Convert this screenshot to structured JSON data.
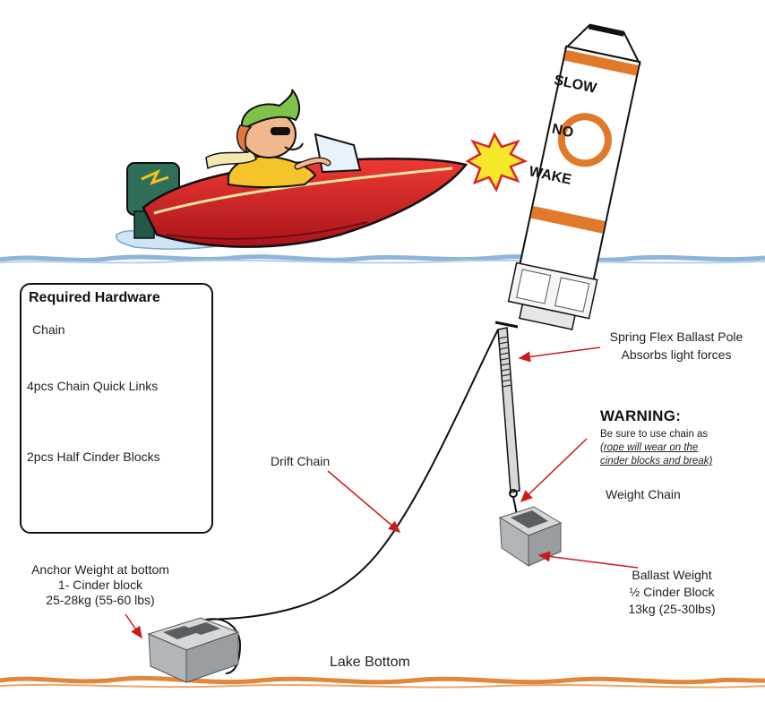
{
  "sign": {
    "top": "SLOW",
    "middle": "NO",
    "bottom": "WAKE"
  },
  "hardware": {
    "title": "Required Hardware",
    "items": [
      {
        "label": "Chain",
        "icon": "chain-icon"
      },
      {
        "label": "4pcs Chain Quick Links",
        "icon": "quick-link-icon"
      },
      {
        "label": "2pcs Half Cinder Blocks",
        "icon": "cinder-block-icon"
      }
    ]
  },
  "labels": {
    "ballast_pole_line1": "Spring Flex Ballast Pole",
    "ballast_pole_line2": "Absorbs light forces",
    "drift_chain": "Drift Chain",
    "weight_chain": "Weight Chain",
    "anchor_line1": "Anchor Weight at bottom",
    "anchor_line2": "1- Cinder block",
    "anchor_line3": "25-28kg (55-60 lbs)",
    "ballast_weight_line1": "Ballast Weight",
    "ballast_weight_line2": "½ Cinder Block",
    "ballast_weight_line3": "13kg (25-30lbs)",
    "lake_bottom": "Lake Bottom"
  },
  "warning": {
    "title": "WARNING:",
    "line1": "Be sure to use chain as",
    "line2": "(rope will wear on the",
    "line3": "cinder blocks and break)"
  },
  "colors": {
    "water": "#8fb4dc",
    "lake_bottom": "#e0873a",
    "buoy_band": "#e07a2a",
    "boat_red": "#d9262b",
    "arrow": "#cc1a1a",
    "block_gray": "#bfc2c4"
  }
}
